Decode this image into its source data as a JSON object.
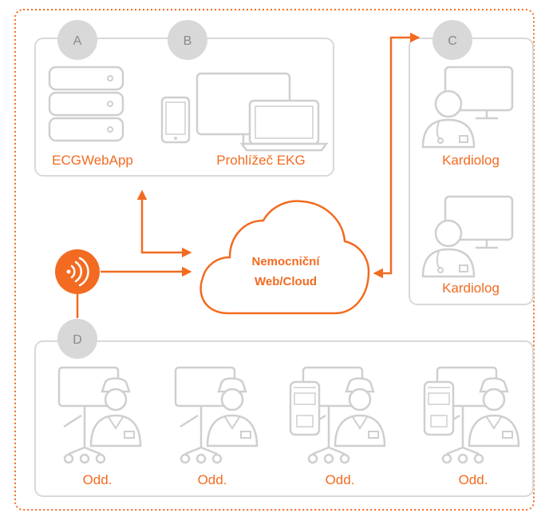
{
  "badges": {
    "a": "A",
    "b": "B",
    "c": "C",
    "d": "D"
  },
  "server_panel": {
    "app_label": "ECGWebApp",
    "viewer_label": "Prohlížeč EKG"
  },
  "cardiology_panel": {
    "top_label": "Kardiolog",
    "bottom_label": "Kardiolog"
  },
  "cloud": {
    "line1": "Nemocniční",
    "line2": "Web/Cloud"
  },
  "wards": {
    "labels": [
      "Odd.",
      "Odd.",
      "Odd.",
      "Odd."
    ]
  },
  "colors": {
    "accent": "#f26b21",
    "panel_border": "#d9d9d9",
    "icon_gray": "#cfcfcf",
    "badge_fill": "#d8d8d8",
    "badge_text": "#8a8a8a"
  },
  "icons": [
    "server-rack-icon",
    "tablet-icon",
    "desktop-icon",
    "laptop-icon",
    "doctor-workstation-icon",
    "nurse-workstation-icon",
    "wireless-signal-icon",
    "cloud-icon"
  ]
}
